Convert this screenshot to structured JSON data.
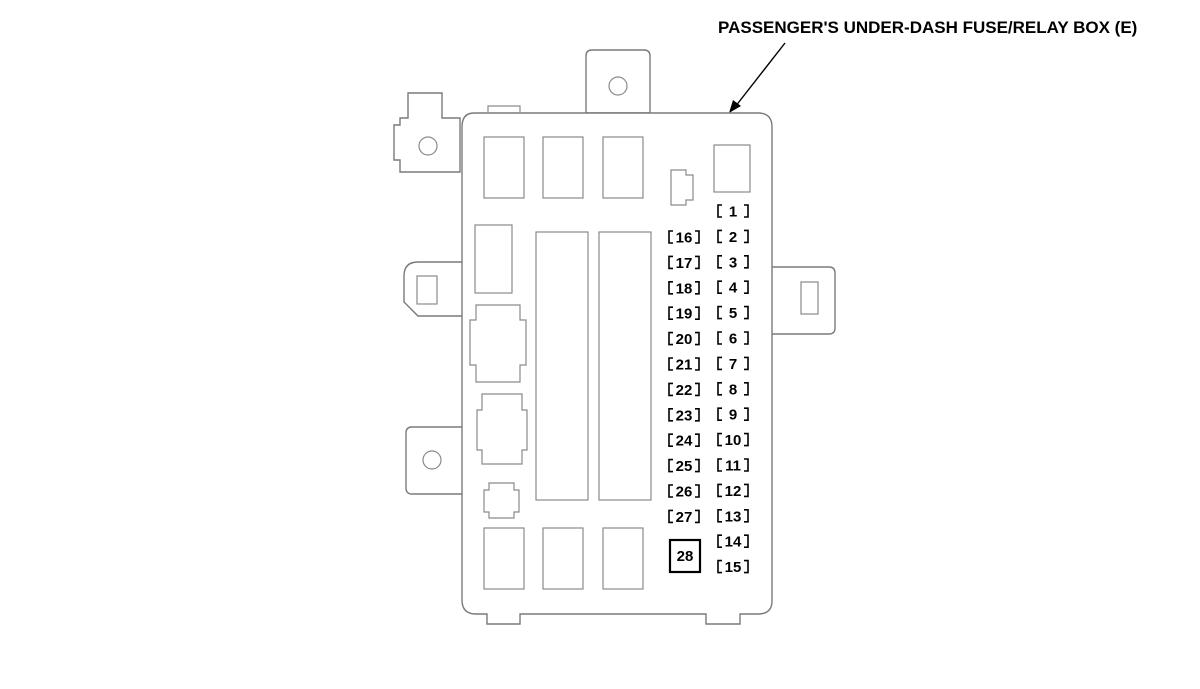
{
  "diagram": {
    "title": "PASSENGER'S UNDER-DASH FUSE/RELAY BOX (E)",
    "fuses_right_column": [
      "1",
      "2",
      "3",
      "4",
      "5",
      "6",
      "7",
      "8",
      "9",
      "10",
      "11",
      "12",
      "13",
      "14",
      "15"
    ],
    "fuses_left_column": [
      "16",
      "17",
      "18",
      "19",
      "20",
      "21",
      "22",
      "23",
      "24",
      "25",
      "26",
      "27"
    ],
    "large_fuse": "28"
  }
}
